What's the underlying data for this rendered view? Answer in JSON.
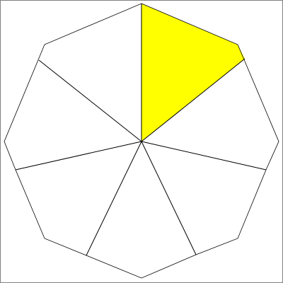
{
  "figure": {
    "shape": "regular-decagon",
    "sides": 10,
    "wedges": [
      {
        "id": "wedge-1",
        "filled": true
      },
      {
        "id": "wedge-2",
        "filled": false
      },
      {
        "id": "wedge-3",
        "filled": false
      },
      {
        "id": "wedge-4",
        "filled": false
      },
      {
        "id": "wedge-5",
        "filled": false
      },
      {
        "id": "wedge-6",
        "filled": false
      },
      {
        "id": "wedge-7",
        "filled": false
      }
    ],
    "colors": {
      "background": "#ffffff",
      "fill": "#ffff00",
      "outline": "#000000",
      "frame": "#808080"
    }
  }
}
